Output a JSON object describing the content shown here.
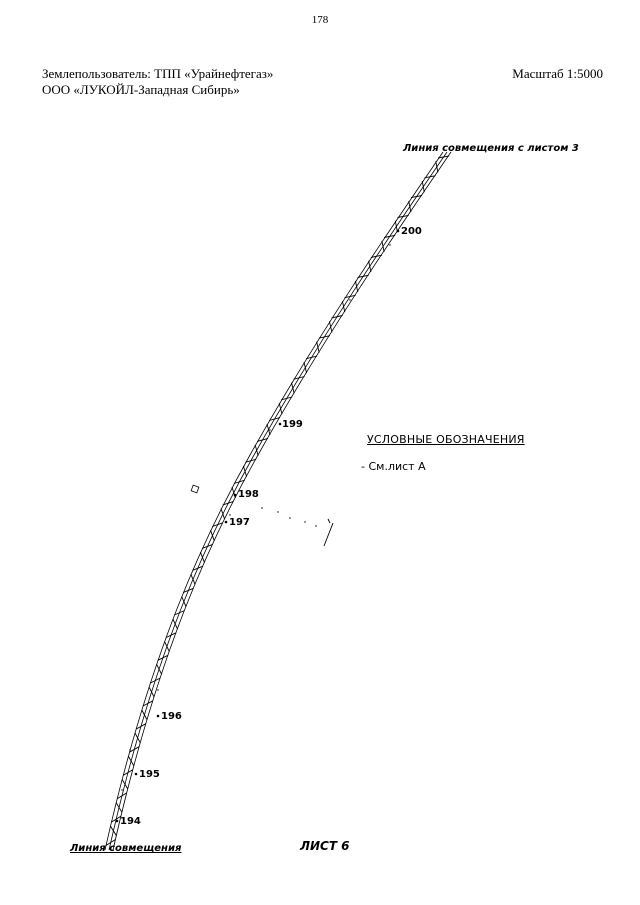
{
  "page_number": "178",
  "header": {
    "land_user": "Землепользователь: ТПП «Урайнефтегаз»",
    "company": "ООО «ЛУКОЙЛ-Западная Сибирь»",
    "scale": "Масштаб 1:5000"
  },
  "map": {
    "match_line_top": "Линия совмещения с листом 3",
    "match_line_bottom": "Линия совмещения",
    "sheet_label": "ЛИСТ 6",
    "pickets": [
      "200",
      "199",
      "198",
      "197",
      "196",
      "195",
      "194"
    ],
    "legend": {
      "title": "УСЛОВНЫЕ ОБОЗНАЧЕНИЯ",
      "item": "- См.лист А"
    }
  }
}
